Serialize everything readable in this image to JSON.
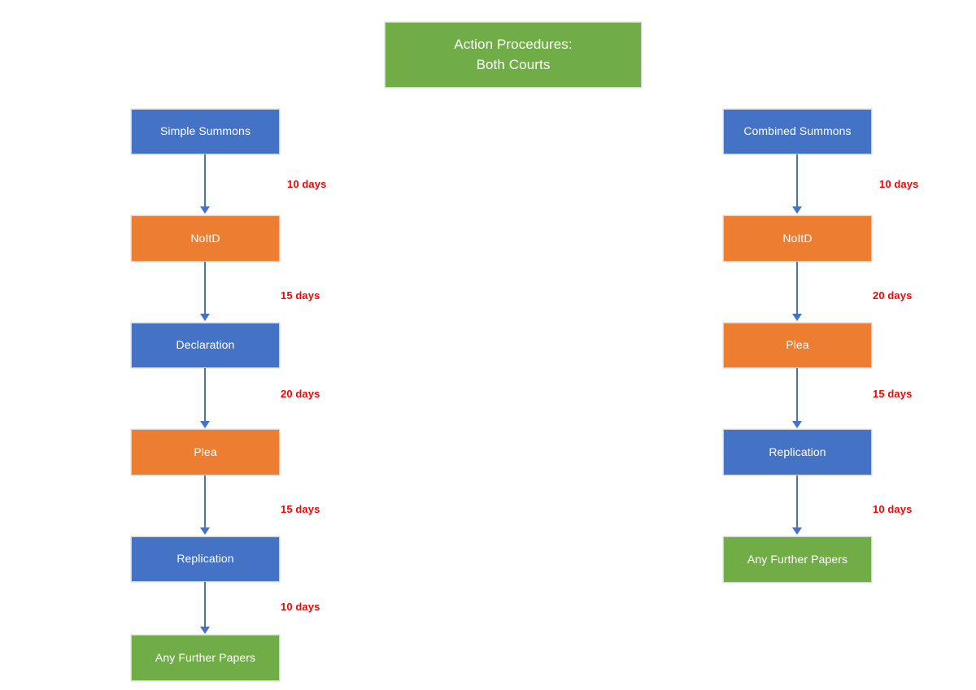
{
  "diagram": {
    "title_box": {
      "label": "Action Procedures:\nBoth Courts",
      "line1": "Action Procedures:",
      "line2": "Both Courts",
      "color": "#70AD47"
    },
    "colors": {
      "blue": "#4472C4",
      "orange": "#ED7D31",
      "green": "#70AD47",
      "arrow": "#4472C4",
      "label_red": "#FF0000",
      "background": "#FFFFFF",
      "box_border": "#D4D4D4"
    },
    "columns": [
      {
        "name": "simple-summons-track",
        "nodes": [
          {
            "label": "Simple Summons",
            "color": "blue"
          },
          {
            "label": "NoItD",
            "color": "orange"
          },
          {
            "label": "Declaration",
            "color": "blue"
          },
          {
            "label": "Plea",
            "color": "orange"
          },
          {
            "label": "Replication",
            "color": "blue"
          },
          {
            "label": "Any Further Papers",
            "color": "green"
          }
        ],
        "transitions": [
          {
            "label": "10 days"
          },
          {
            "label": "15 days"
          },
          {
            "label": "20 days"
          },
          {
            "label": "15 days"
          },
          {
            "label": "10 days"
          }
        ]
      },
      {
        "name": "combined-summons-track",
        "nodes": [
          {
            "label": "Combined Summons",
            "color": "blue"
          },
          {
            "label": "NoItD",
            "color": "orange"
          },
          {
            "label": "Plea",
            "color": "orange"
          },
          {
            "label": "Replication",
            "color": "blue"
          },
          {
            "label": "Any Further Papers",
            "color": "green"
          }
        ],
        "transitions": [
          {
            "label": "10 days"
          },
          {
            "label": "20 days"
          },
          {
            "label": "15 days"
          },
          {
            "label": "10 days"
          }
        ]
      }
    ]
  }
}
